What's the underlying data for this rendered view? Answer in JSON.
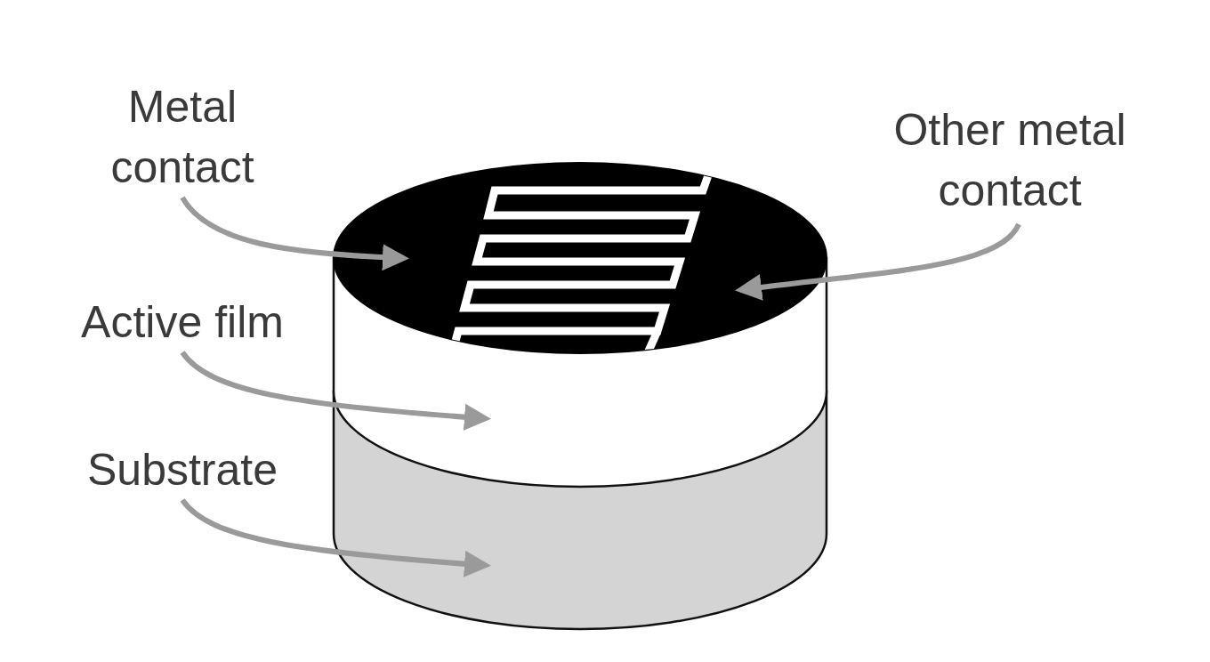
{
  "diagram": {
    "labels": [
      "Metal contact",
      "Other metal contact",
      "Active film",
      "Substrate"
    ]
  }
}
